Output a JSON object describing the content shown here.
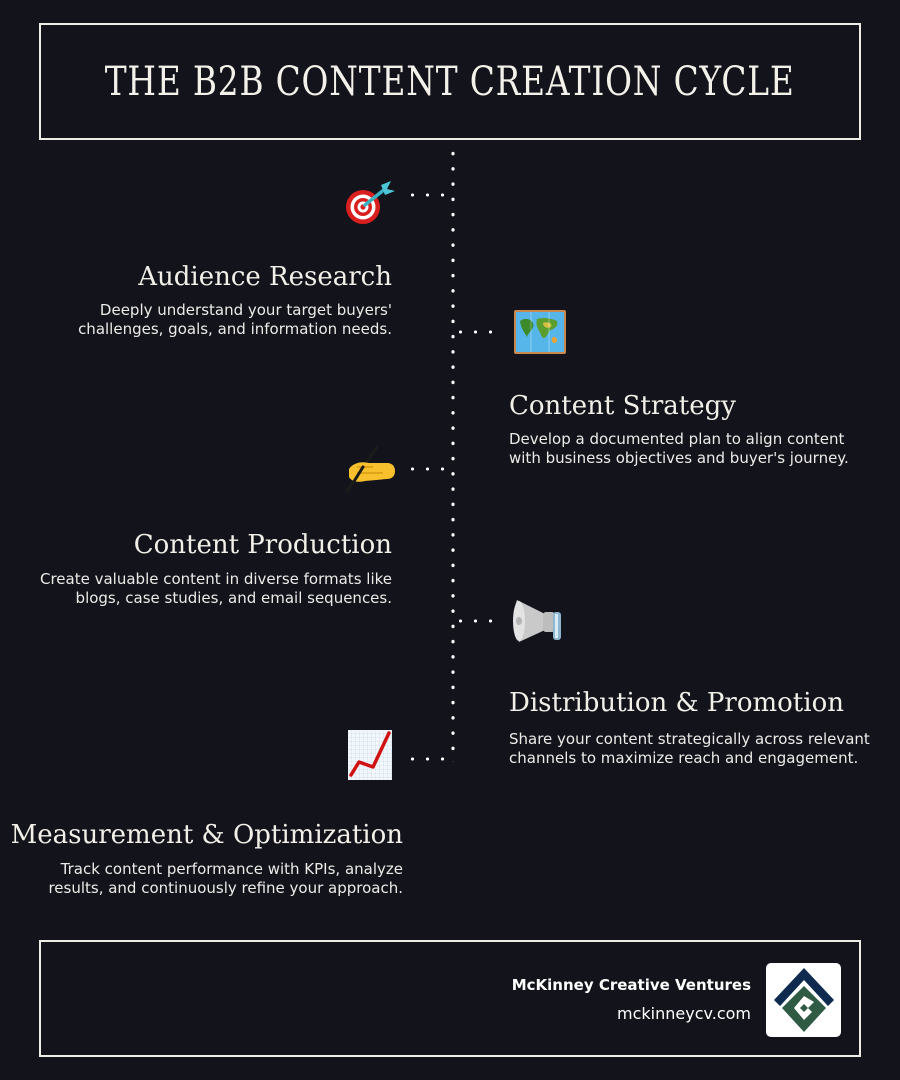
{
  "header": {
    "title": "THE B2B CONTENT CREATION CYCLE"
  },
  "steps": [
    {
      "title": "Audience Research",
      "description_lines": [
        "Deeply understand your target buyers'",
        "challenges, goals, and information needs."
      ],
      "icon": "target-dart-icon",
      "side": "left"
    },
    {
      "title": "Content Strategy",
      "description_lines": [
        "Develop a documented plan to align content",
        "with business objectives and buyer's journey."
      ],
      "icon": "world-map-icon",
      "side": "right"
    },
    {
      "title": "Content Production",
      "description_lines": [
        "Create valuable content in diverse formats like",
        "blogs, case studies, and email sequences."
      ],
      "icon": "writing-hand-icon",
      "side": "left"
    },
    {
      "title": "Distribution & Promotion",
      "description_lines": [
        "Share your content strategically across relevant",
        "channels to maximize reach and engagement."
      ],
      "icon": "megaphone-icon",
      "side": "right"
    },
    {
      "title": "Measurement & Optimization",
      "description_lines": [
        "Track content performance with KPIs, analyze",
        "results, and continuously refine your approach."
      ],
      "icon": "chart-increasing-icon",
      "side": "left"
    }
  ],
  "footer": {
    "company": "McKinney Creative Ventures",
    "url": "mckinneycv.com",
    "logo_colors": {
      "navy": "#0f2a4f",
      "green": "#2f5b44"
    }
  },
  "colors": {
    "background": "#13141b",
    "text": "#f2efe9",
    "border": "#f0ede6"
  }
}
